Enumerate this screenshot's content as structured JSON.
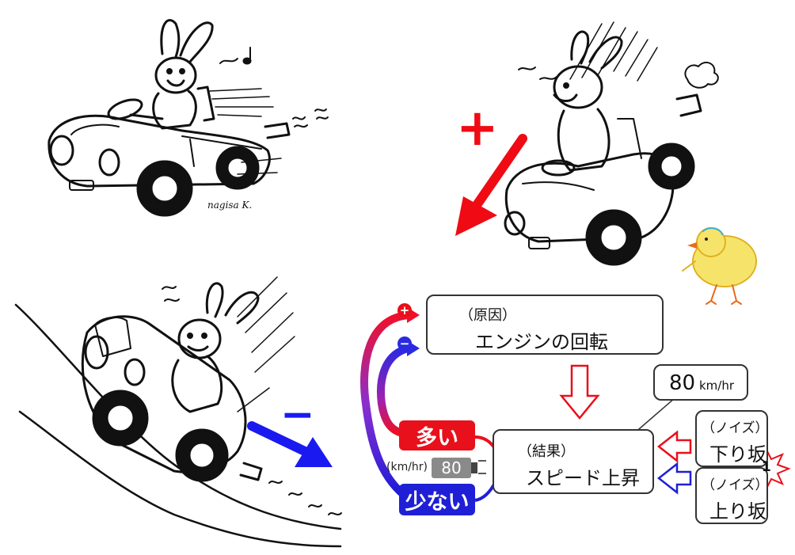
{
  "signature": "nagisa K.",
  "cause": {
    "label": "（原因）",
    "text": "エンジンの回転"
  },
  "result": {
    "label": "（結果）",
    "text": "スピード上昇"
  },
  "speed": {
    "value": "80",
    "unit": "km/hr"
  },
  "many": "多い",
  "few": "少ない",
  "meter": {
    "unit": "(km/hr)",
    "value": "80"
  },
  "noise_down": {
    "label": "（ノイズ）",
    "text": "下り坂"
  },
  "noise_up": {
    "label": "（ノイズ）",
    "text": "上り坂"
  },
  "signs": {
    "plus": "+",
    "minus": "−"
  },
  "badge": "1",
  "colors": {
    "red": "#e8101a",
    "blue": "#1f1fd6",
    "purple": "#7a2fbf",
    "gray": "#888888",
    "dark": "#222222"
  }
}
